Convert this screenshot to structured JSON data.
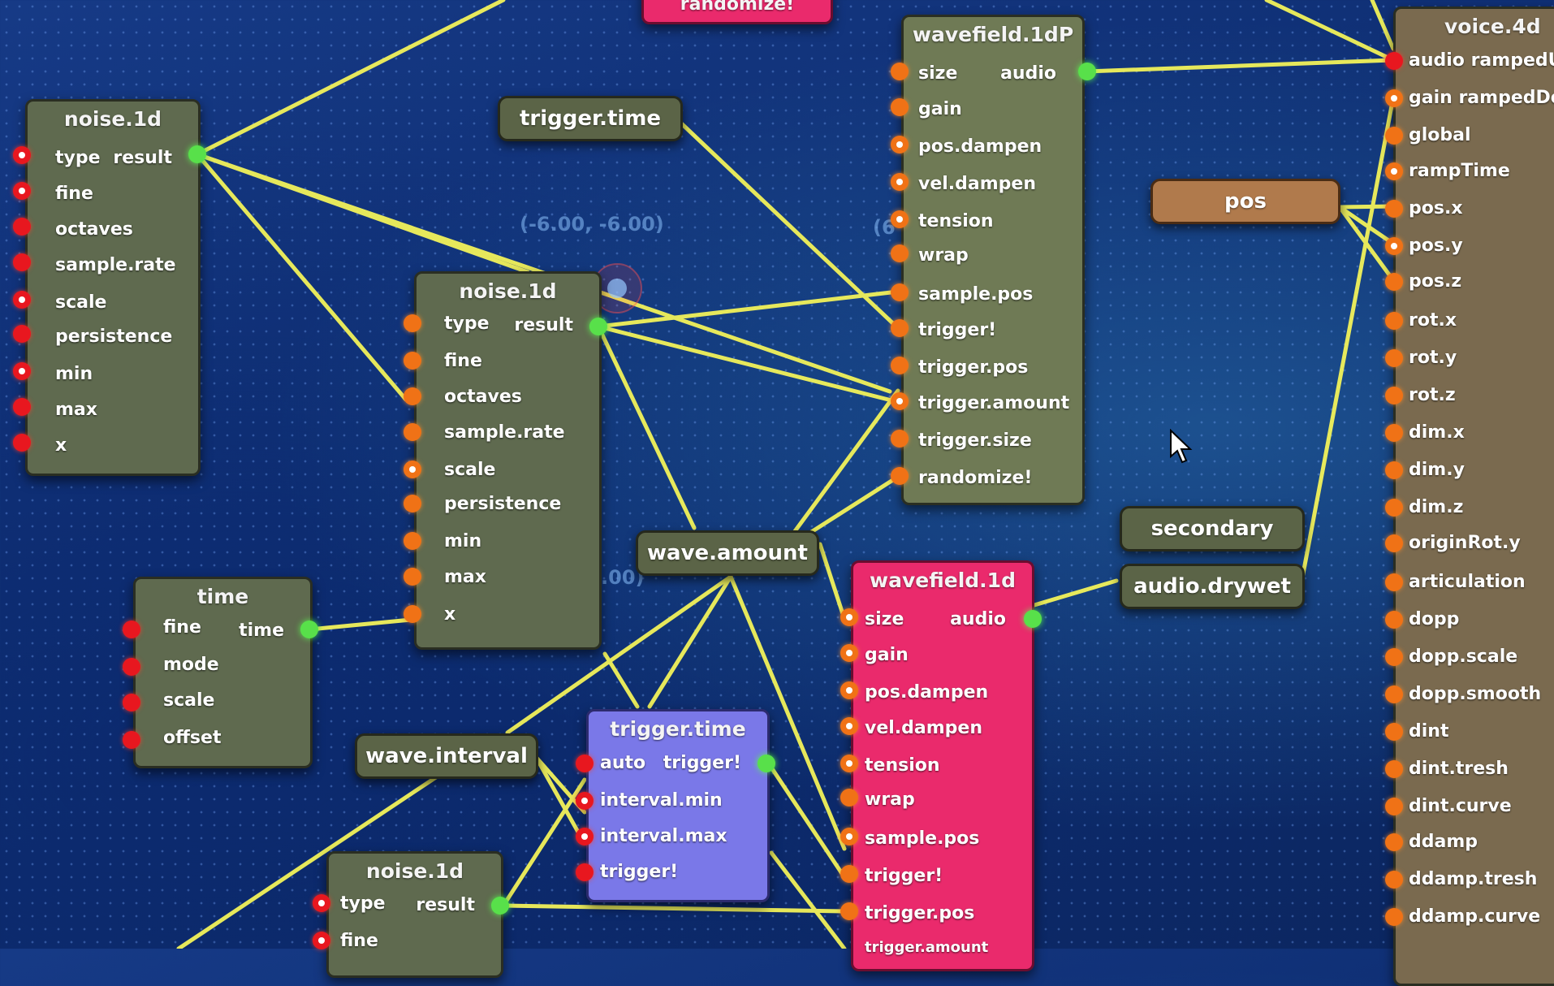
{
  "nodes": {
    "noise_a": {
      "title": "noise.1d",
      "inputs": [
        "type",
        "fine",
        "octaves",
        "sample.rate",
        "scale",
        "persistence",
        "min",
        "max",
        "x"
      ],
      "output": "result"
    },
    "noise_b": {
      "title": "noise.1d",
      "inputs": [
        "type",
        "fine",
        "octaves",
        "sample.rate",
        "scale",
        "persistence",
        "min",
        "max",
        "x"
      ],
      "output": "result"
    },
    "noise_c": {
      "title": "noise.1d",
      "inputs": [
        "type",
        "fine"
      ],
      "output": "result"
    },
    "time": {
      "title": "time",
      "inputs": [
        "fine",
        "mode",
        "scale",
        "offset"
      ],
      "output": "time"
    },
    "wavefield_top": {
      "title": "wavefield.1dP",
      "inputs": [
        "size",
        "gain",
        "pos.dampen",
        "vel.dampen",
        "tension",
        "wrap",
        "sample.pos",
        "trigger!",
        "trigger.pos",
        "trigger.amount",
        "trigger.size",
        "randomize!"
      ],
      "output": "audio"
    },
    "wavefield_pink": {
      "title": "wavefield.1d",
      "inputs": [
        "size",
        "gain",
        "pos.dampen",
        "vel.dampen",
        "tension",
        "wrap",
        "sample.pos",
        "trigger!",
        "trigger.pos",
        "trigger.amount"
      ],
      "output": "audio"
    },
    "trigger_purple": {
      "title": "trigger.time",
      "inputs": [
        "auto",
        "interval.min",
        "interval.max",
        "trigger!"
      ],
      "output": "trigger!"
    },
    "voice": {
      "title": "voice.4d",
      "inputs": [
        "audio rampedUp",
        "gain rampedDown",
        "global",
        "rampTime",
        "pos.x",
        "pos.y",
        "pos.z",
        "rot.x",
        "rot.y",
        "rot.z",
        "dim.x",
        "dim.y",
        "dim.z",
        "originRot.y",
        "articulation",
        "dopp",
        "dopp.scale",
        "dopp.smooth",
        "dint",
        "dint.tresh",
        "dint.curve",
        "ddamp",
        "ddamp.tresh",
        "ddamp.curve"
      ]
    }
  },
  "pills": {
    "trigger_time": "trigger.time",
    "wave_amount": "wave.amount",
    "wave_interval": "wave.interval",
    "pos": "pos",
    "secondary": "secondary",
    "audio_drywet": "audio.drywet",
    "randomize_top": "randomize!"
  },
  "ghost": {
    "range_left": "(-6.00, -6.00)",
    "range_right": "(6",
    "value_mid": ".00)"
  },
  "colors": {
    "wire": "#f2f25a",
    "input_port": "#e8171f",
    "output_port": "#58e04a",
    "node": "#5f6a4f",
    "pink_node": "#ea2a6c",
    "purple_node": "#7a78e8"
  }
}
